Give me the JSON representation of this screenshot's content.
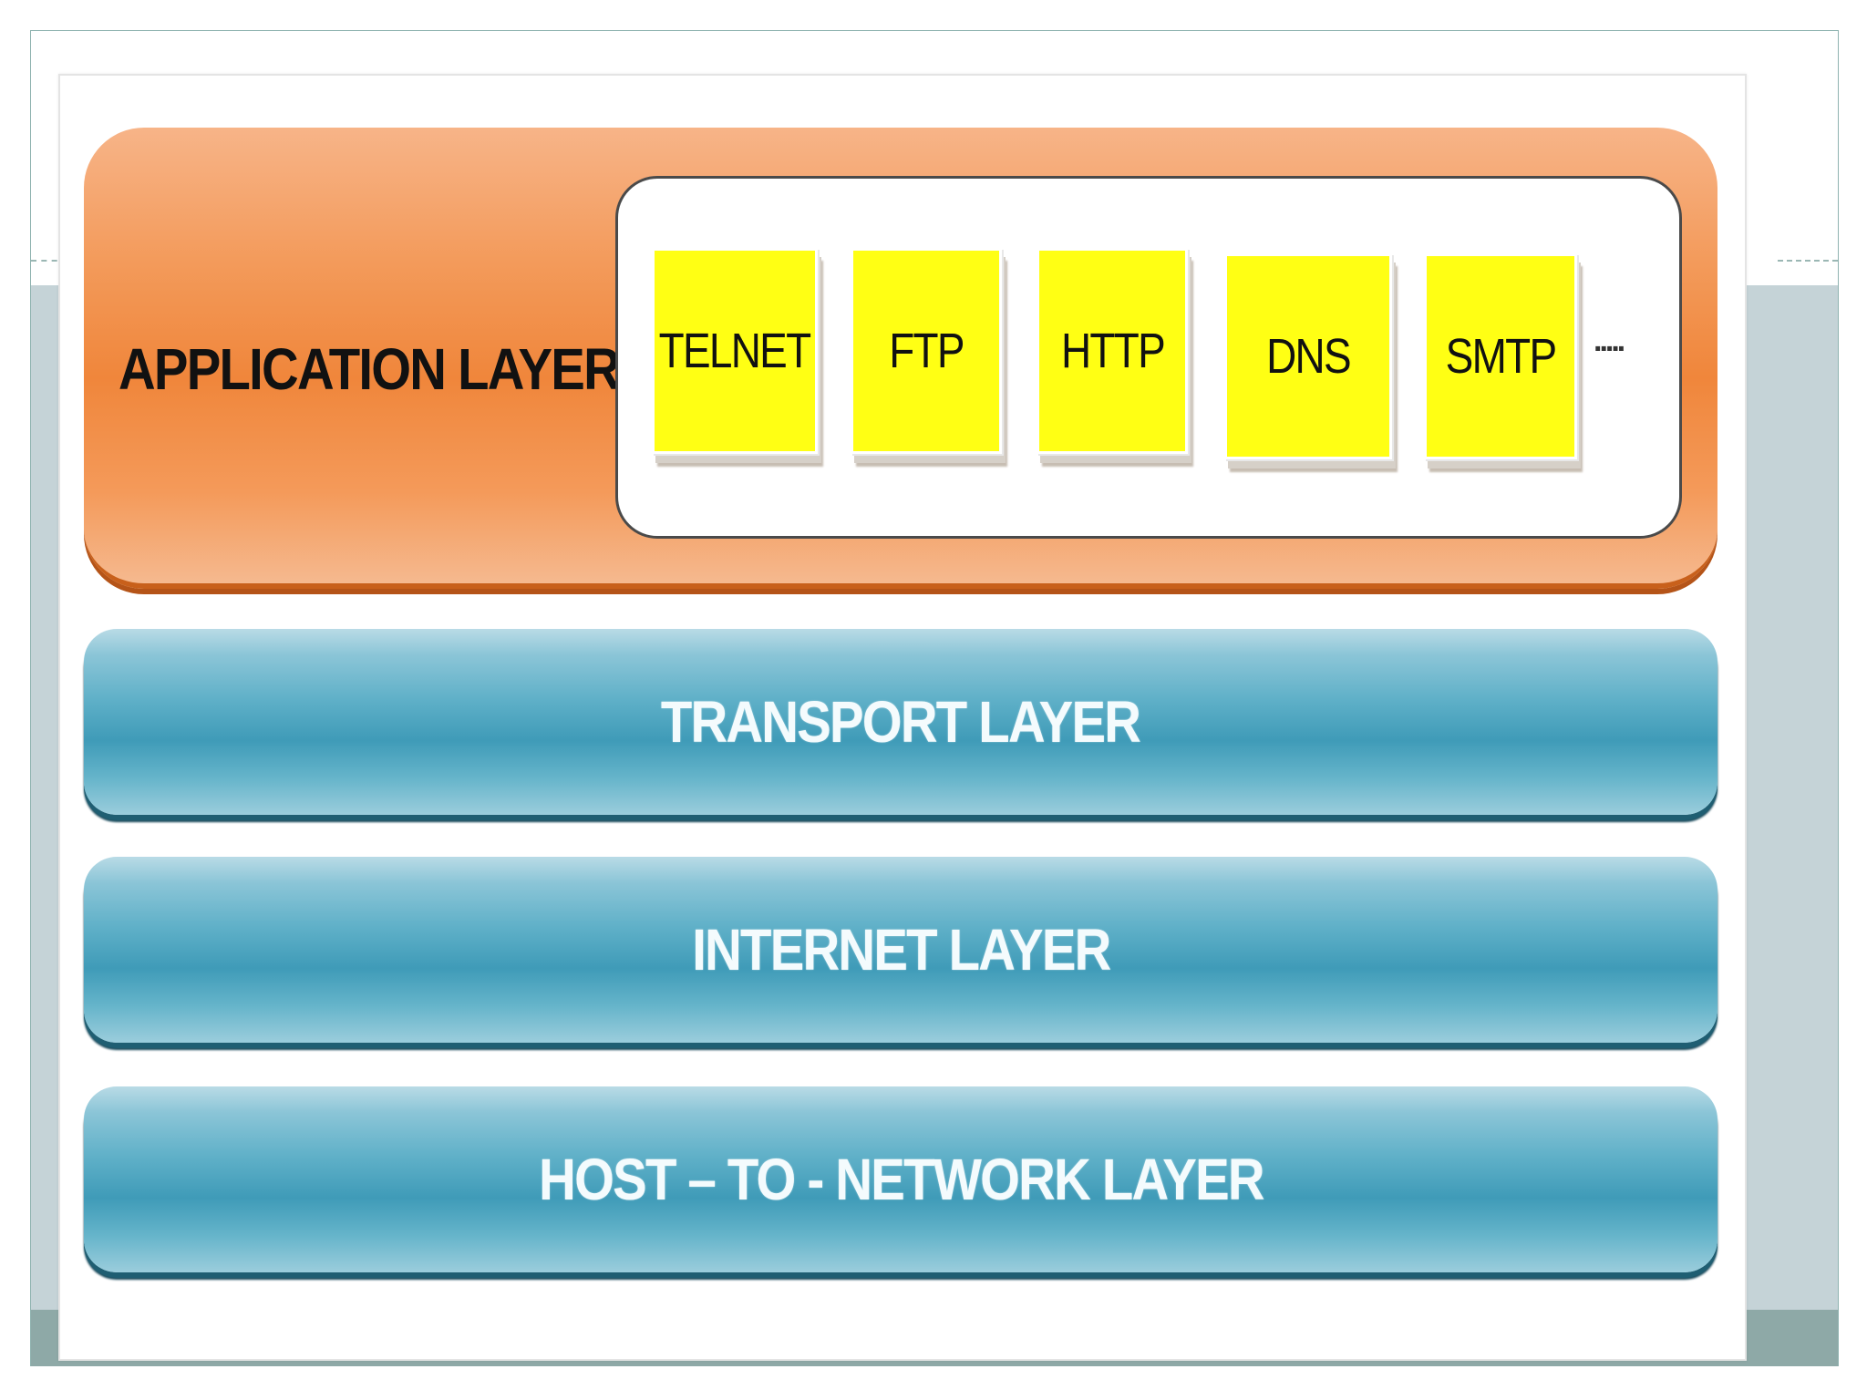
{
  "diagram": {
    "application_layer": {
      "label": "APPLICATION LAYER",
      "protocols": [
        "TELNET",
        "FTP",
        "HTTP",
        "DNS",
        "SMTP"
      ],
      "more": "....."
    },
    "layers": [
      {
        "label": "TRANSPORT LAYER"
      },
      {
        "label": "INTERNET LAYER"
      },
      {
        "label": "HOST – TO - NETWORK LAYER"
      }
    ],
    "colors": {
      "application": "#f0863b",
      "protocol_box": "#ffff14",
      "lower_layers": "#3f9bb8",
      "slide_band": "#c5d3d7"
    }
  }
}
